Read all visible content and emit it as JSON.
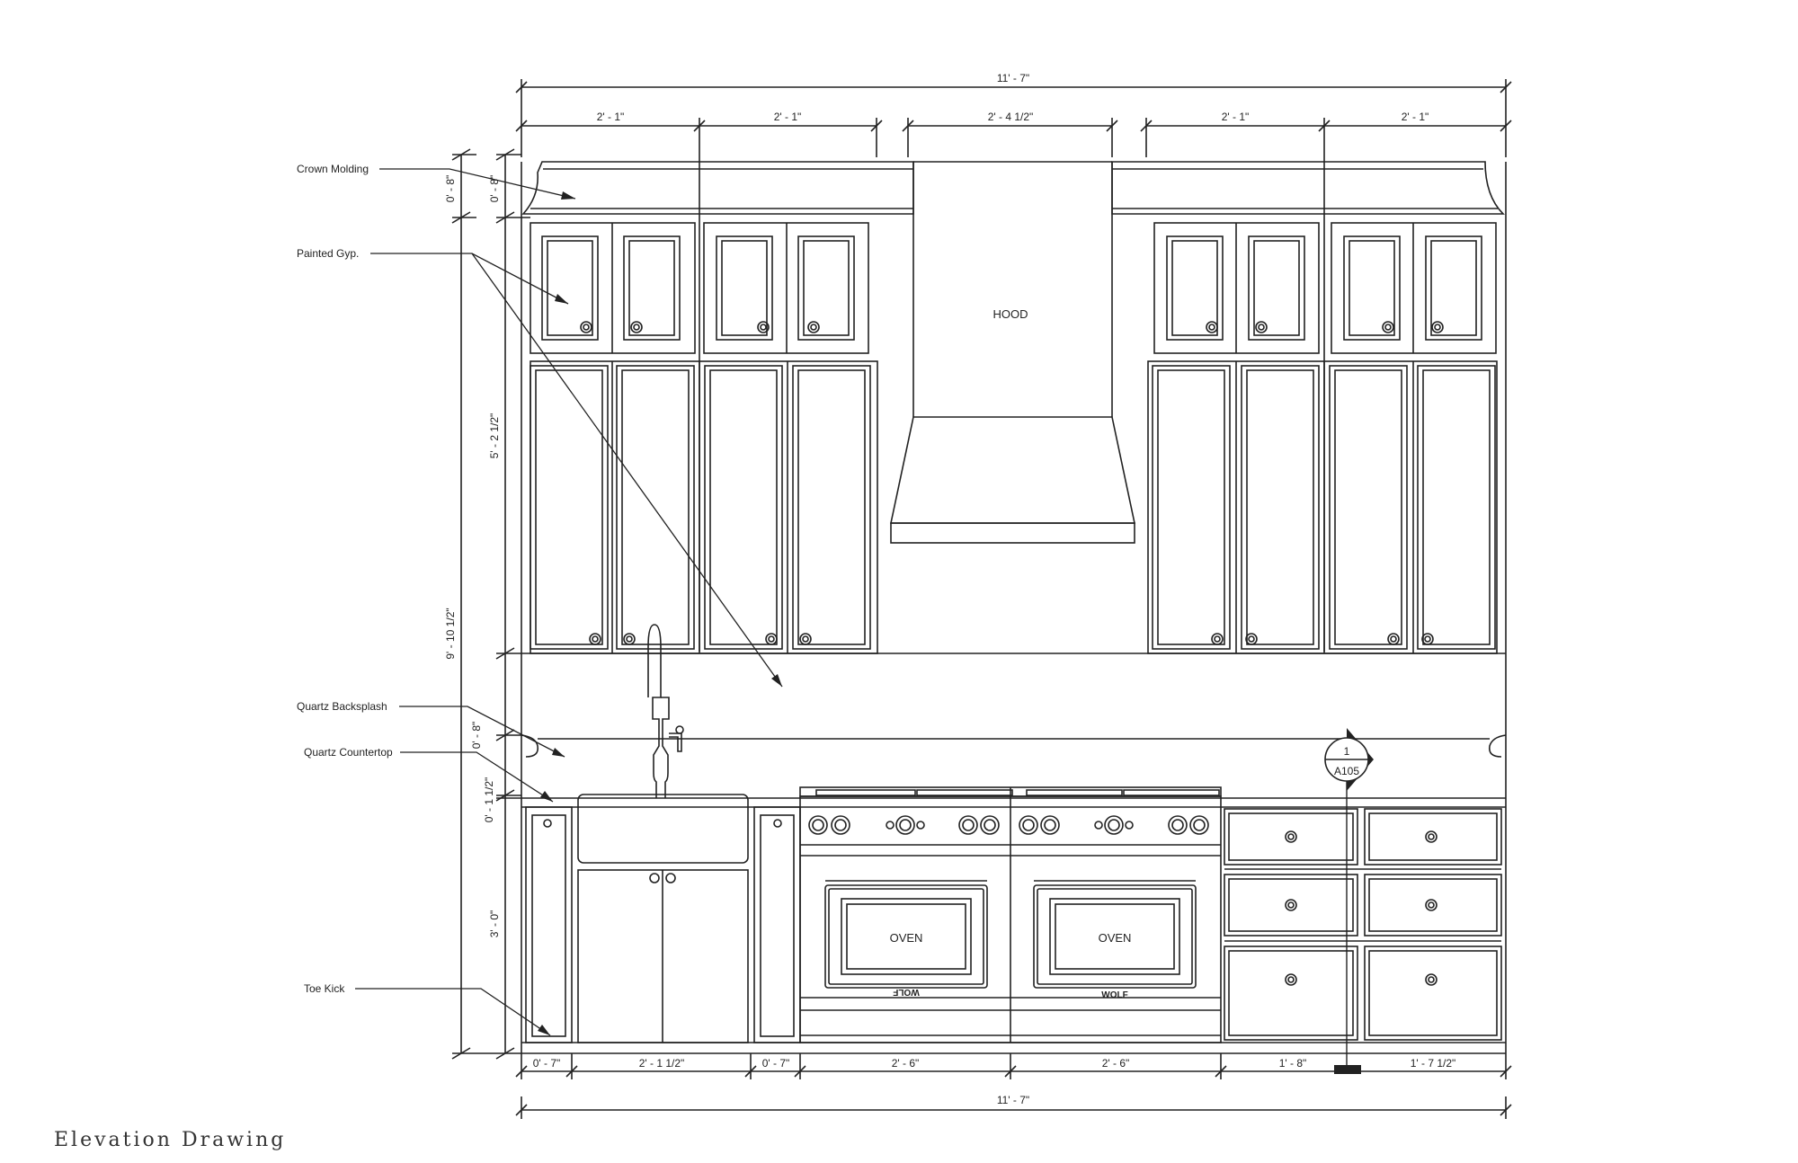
{
  "dimensions": {
    "total_top": "11' - 7\"",
    "upper_1": "2' - 1\"",
    "upper_2": "2' - 1\"",
    "hood_width": "2' - 4 1/2\"",
    "upper_3": "2' - 1\"",
    "upper_4": "2' - 1\"",
    "crown_left": "0' - 8\"",
    "crown_inner": "0' - 8\"",
    "overall_height": "9' - 10 1/2\"",
    "upper_height": "5' - 2 1/2\"",
    "backsplash_height": "0' - 8\"",
    "countertop_thickness": "0' - 1 1/2\"",
    "base_height": "3' - 0\"",
    "base_1": "0' - 7\"",
    "base_2": "2' - 1 1/2\"",
    "base_3": "0' - 7\"",
    "base_4": "2' - 6\"",
    "base_5": "2' - 6\"",
    "base_6": "1' - 8\"",
    "base_7": "1' - 7 1/2\"",
    "total_bottom": "11' - 7\""
  },
  "labels": {
    "crown_molding": "Crown Molding",
    "painted_gyp": "Painted Gyp.",
    "quartz_backsplash": "Quartz Backsplash",
    "quartz_countertop": "Quartz Countertop",
    "toe_kick": "Toe Kick",
    "hood": "HOOD",
    "oven_left": "OVEN",
    "oven_right": "OVEN",
    "brand_left": "WOLF",
    "brand_right": "WOLF"
  },
  "section_marker": {
    "number": "1",
    "sheet": "A105"
  },
  "caption": "Elevation Drawing"
}
